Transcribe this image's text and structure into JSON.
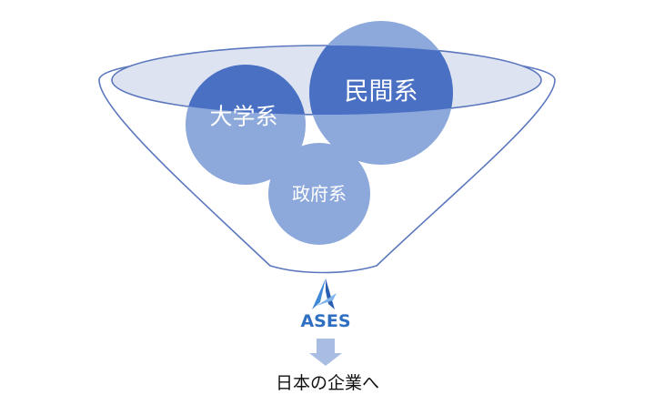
{
  "funnel": {
    "circles": [
      {
        "label": "大学系"
      },
      {
        "label": "民間系"
      },
      {
        "label": "政府系"
      }
    ]
  },
  "brand": {
    "name": "ASES"
  },
  "target": {
    "label": "日本の企業へ"
  },
  "colors": {
    "rim_fill": "#dde3f1",
    "funnel_stroke": "#5b77bd",
    "circle_dark": "#4a70c4",
    "circle_light": "#8da8da",
    "brand_blue": "#2f6fc2",
    "arrow_fill": "#a9bde3",
    "text_dark": "#111111"
  }
}
